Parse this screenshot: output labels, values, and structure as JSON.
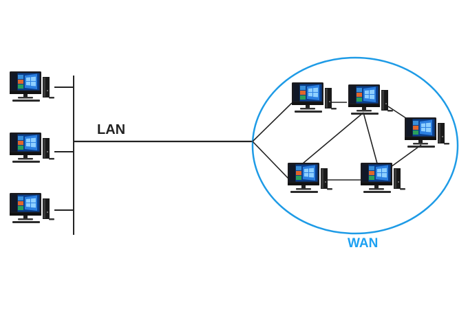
{
  "diagram": {
    "lan": {
      "label": "LAN",
      "label_color": "#222222",
      "computers": [
        "lan-pc-1",
        "lan-pc-2",
        "lan-pc-3"
      ]
    },
    "wan": {
      "label": "WAN",
      "label_color": "#1da1f2",
      "boundary_color": "#1e9be6",
      "computers": [
        "wan-pc-1",
        "wan-pc-2",
        "wan-pc-3",
        "wan-pc-4",
        "wan-pc-5"
      ],
      "links": [
        [
          "wan-pc-1",
          "wan-pc-2"
        ],
        [
          "wan-pc-2",
          "wan-pc-3"
        ],
        [
          "wan-pc-2",
          "wan-pc-4"
        ],
        [
          "wan-pc-2",
          "wan-pc-5"
        ],
        [
          "wan-pc-4",
          "wan-pc-5"
        ],
        [
          "wan-pc-3",
          "wan-pc-5"
        ],
        [
          "lan-uplink",
          "wan-pc-1"
        ],
        [
          "lan-uplink",
          "wan-pc-4"
        ]
      ]
    },
    "line_color": "#222222",
    "icon": "desktop-computer-icon"
  }
}
